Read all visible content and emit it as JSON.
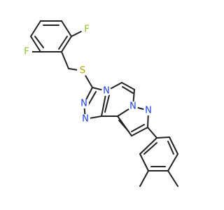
{
  "molecule": {
    "atom_labels": {
      "fluorine_top": "F",
      "fluorine_left": "F",
      "sulfur": "S",
      "n_triazole_ring": "N",
      "n_triazole_left": "N",
      "n_triazole_bottom": "N",
      "n_pyrazole_ring": "N",
      "n_pyrazole_right": "N"
    },
    "colors": {
      "bond": "#222222",
      "fluorine": "#90c030",
      "sulfur": "#b8a000",
      "nitrogen": "#2040d8"
    }
  }
}
